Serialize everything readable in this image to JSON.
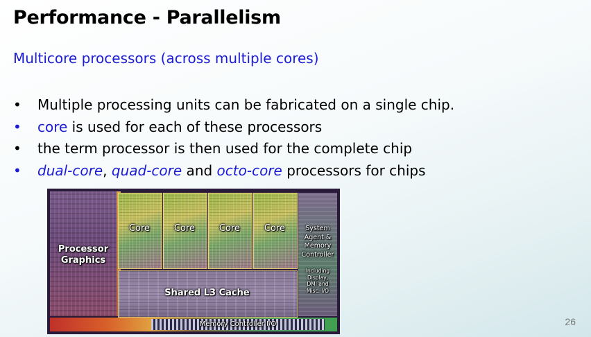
{
  "slide": {
    "title": "Performance - Parallelism",
    "subtitle": "Multicore processors (across multiple cores)",
    "bullets": [
      {
        "bullet": "•",
        "text": "Multiple processing units can be fabricated on a single chip."
      },
      {
        "bullet": "•",
        "term": "core",
        "rest": " is used for each of these processors"
      },
      {
        "bullet": "•",
        "text": "the term processor is then used for the complete chip"
      },
      {
        "bullet": "•",
        "term1": "dual-core",
        "sep1": ", ",
        "term2": "quad-core",
        "sep2": " and ",
        "term3": "octo-core",
        "rest": " processors for chips"
      }
    ],
    "page_number": "26"
  },
  "die_image": {
    "core_labels": [
      "Core",
      "Core",
      "Core",
      "Core"
    ],
    "graphics_label_line1": "Processor",
    "graphics_label_line2": "Graphics",
    "cache_label": "Shared L3 Cache",
    "system_agent_lines": [
      "System",
      "Agent &",
      "Memory",
      "Controller"
    ],
    "system_agent_sub_lines": [
      "Including",
      "Display,",
      "DMI and",
      "Misc. I/O"
    ],
    "memory_io_label": "Memory Controller I/O"
  },
  "colors": {
    "accent_blue": "#1c1cd4",
    "text": "#000000",
    "page_number": "#7a7a7a"
  }
}
